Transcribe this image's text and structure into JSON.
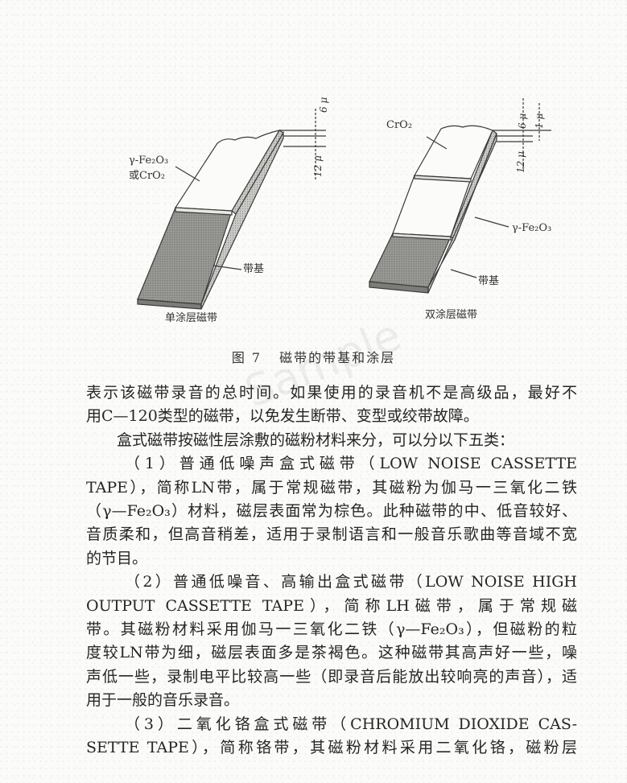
{
  "figure": {
    "number": "图 7",
    "caption": "磁带的带基和涂层",
    "watermark": "Sample",
    "single_coating": {
      "title": "单涂层磁带",
      "coating_label_line1": "γ-Fe₂O₃",
      "coating_label_line2": "或CrO₂",
      "base_label": "带基",
      "dim_top": "6 μ",
      "dim_bottom": "12 μ"
    },
    "double_coating": {
      "title": "双涂层磁带",
      "top_layer_label": "CrO₂",
      "middle_layer_label": "γ-Fe₂O₃",
      "base_label": "带基",
      "dim_top": "6 μ",
      "dim_side": "1 μ",
      "dim_bottom": "12 μ"
    }
  },
  "body": {
    "lines": [
      {
        "text": "表示该磁带录音的总时间。如果使用的录音机不是高级品，最好不",
        "type": "normal"
      },
      {
        "text": "用C—120类型的磁带，以免发生断带、变型或绞带故障。",
        "type": "last"
      },
      {
        "text": "盒式磁带按磁性层涂敷的磁粉材料来分，可以分以下五类：",
        "type": "indent-last"
      },
      {
        "text": "（1）普通低噪声盒式磁带（LOW NOISE CASSETTE",
        "type": "indent2"
      },
      {
        "text": "TAPE），简称LN带，属于常规磁带，其磁粉为伽马一三氧化二铁",
        "type": "normal"
      },
      {
        "text": "（γ—Fe₂O₃）材料，磁层表面常为棕色。此种磁带的中、低音较好、",
        "type": "normal"
      },
      {
        "text": "音质柔和，但高音稍差，适用于录制语言和一般音乐歌曲等音域不宽",
        "type": "normal"
      },
      {
        "text": "的节目。",
        "type": "last"
      },
      {
        "text": "（2）普通低噪音、高输出盒式磁带（LOW NOISE HIGH",
        "type": "indent2"
      },
      {
        "text": "OUTPUT CASSETTE TAPE），简称LH磁带，属于常规磁",
        "type": "normal"
      },
      {
        "text": "带。其磁粉材料采用伽马一三氧化二铁（γ—Fe₂O₃），但磁粉的粒",
        "type": "normal"
      },
      {
        "text": "度较LN带为细，磁层表面多是茶褐色。这种磁带其高声好一些，噪",
        "type": "normal"
      },
      {
        "text": "声低一些，录制电平比较高一些（即录音后能放出较响亮的声音），适",
        "type": "normal"
      },
      {
        "text": "用于一般的音乐录音。",
        "type": "last"
      },
      {
        "text": "（3）二氧化铬盒式磁带（CHROMIUM DIOXIDE CAS-",
        "type": "indent2"
      },
      {
        "text": "SETTE TAPE），简称铬带，其磁粉材料采用二氧化铬，磁粉层",
        "type": "normal"
      }
    ]
  }
}
